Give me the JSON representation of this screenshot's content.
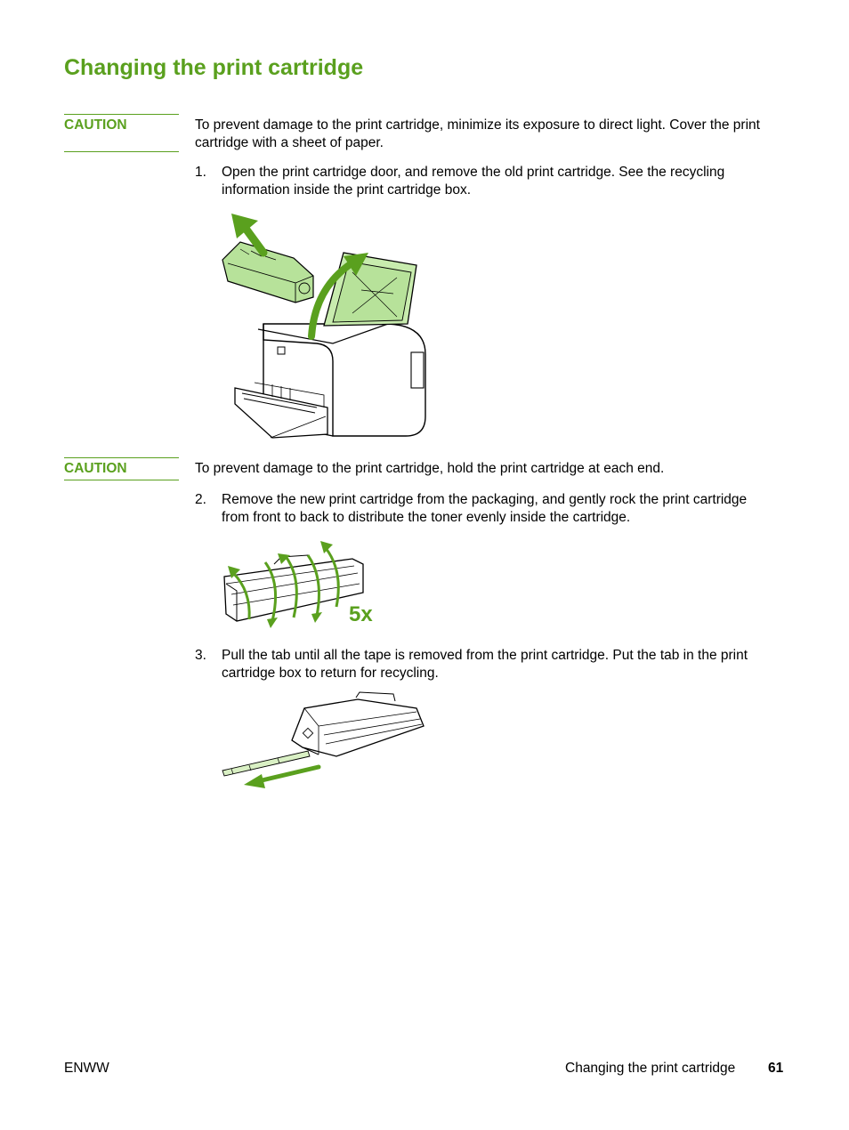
{
  "page": {
    "title": "Changing the print cartridge",
    "caution1": {
      "label": "CAUTION",
      "text": "To prevent damage to the print cartridge, minimize its exposure to direct light. Cover the print cartridge with a sheet of paper."
    },
    "step1": {
      "number": "1.",
      "text": "Open the print cartridge door, and remove the old print cartridge. See the recycling information inside the print cartridge box."
    },
    "caution2": {
      "label": "CAUTION",
      "text": "To prevent damage to the print cartridge, hold the print cartridge at each end."
    },
    "step2": {
      "number": "2.",
      "text": "Remove the new print cartridge from the packaging, and gently rock the print cartridge from front to back to distribute the toner evenly inside the cartridge.",
      "figure_label": "5x"
    },
    "step3": {
      "number": "3.",
      "text": "Pull the tab until all the tape is removed from the print cartridge. Put the tab in the print cartridge box to return for recycling."
    },
    "footer": {
      "left": "ENWW",
      "section": "Changing the print cartridge",
      "page_number": "61"
    },
    "colors": {
      "accent": "#5aa01e",
      "figure_green": "#5aa01e",
      "figure_light_green": "#b7e29a"
    }
  }
}
